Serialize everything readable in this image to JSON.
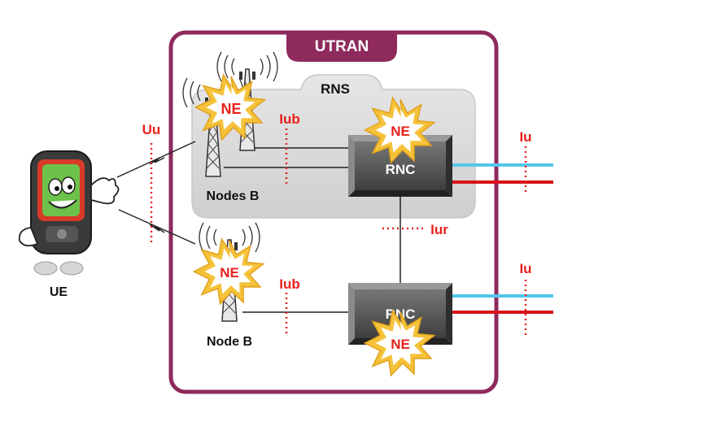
{
  "diagram": {
    "utran_title": "UTRAN",
    "rns_label": "RNS",
    "nodes_b_label": "Nodes B",
    "node_b_label": "Node B",
    "ue_label": "UE",
    "rnc_upper_label": "RNC",
    "rnc_lower_label": "RNC",
    "ne_label": "NE",
    "interfaces": {
      "uu": "Uu",
      "iub_upper": "Iub",
      "iub_lower": "Iub",
      "iur": "Iur",
      "iu_upper": "Iu",
      "iu_lower": "Iu"
    }
  },
  "colors": {
    "utran_frame": "#8e2a5c",
    "interface_label": "#e8201c",
    "rns_fill": "#dcdcdc",
    "rnc_fill": "#5c5c5c",
    "ne_burst": "#f5c23a",
    "iu_cyan": "#52c6e8",
    "iu_red": "#d8141a"
  }
}
